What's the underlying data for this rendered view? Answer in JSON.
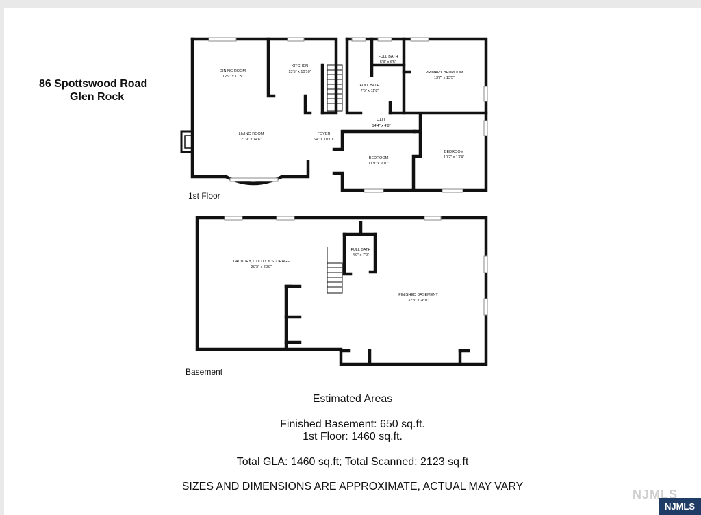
{
  "header": {
    "address_line1": "86 Spottswood Road",
    "address_line2": "Glen Rock"
  },
  "first_floor": {
    "label": "1st Floor",
    "rooms": [
      {
        "name": "DINING ROOM",
        "dim": "12'9\" x 11'3\""
      },
      {
        "name": "KITCHEN",
        "dim": "13'5\" x 10'10\""
      },
      {
        "name": "FULL BATH",
        "dim": "5'3\" x 6'5\""
      },
      {
        "name": "FULL BATH",
        "dim": "7'5\" x 11'8\""
      },
      {
        "name": "PRIMARY BEDROOM",
        "dim": "13'7\" x 13'5\""
      },
      {
        "name": "HALL",
        "dim": "14'4\" x 4'8\""
      },
      {
        "name": "LIVING ROOM",
        "dim": "21'9\" x 14'6\""
      },
      {
        "name": "FOYER",
        "dim": "6'4\" x 10'10\""
      },
      {
        "name": "BEDROOM",
        "dim": "11'9\" x 9'10\""
      },
      {
        "name": "BEDROOM",
        "dim": "10'2\" x 13'4\""
      }
    ]
  },
  "basement": {
    "label": "Basement",
    "rooms": [
      {
        "name": "LAUNDRY, UTILITY & STORAGE",
        "dim": "28'5\" x 23'8\""
      },
      {
        "name": "FULL BATH",
        "dim": "4'9\" x 7'0\""
      },
      {
        "name": "FINISHED BASEMENT",
        "dim": "32'3\" x 26'0\""
      }
    ]
  },
  "summary": {
    "heading": "Estimated Areas",
    "finished_basement": "Finished Basement: 650 sq.ft.",
    "first_floor": "1st Floor: 1460 sq.ft.",
    "totals": "Total GLA: 1460 sq.ft; Total Scanned: 2123 sq.ft",
    "disclaimer": "SIZES AND DIMENSIONS ARE APPROXIMATE, ACTUAL MAY VARY"
  },
  "badge": {
    "text": "NJMLS"
  },
  "colors": {
    "wall": "#111111",
    "window": "#bbbbbb",
    "badge": "#1f3c66"
  }
}
